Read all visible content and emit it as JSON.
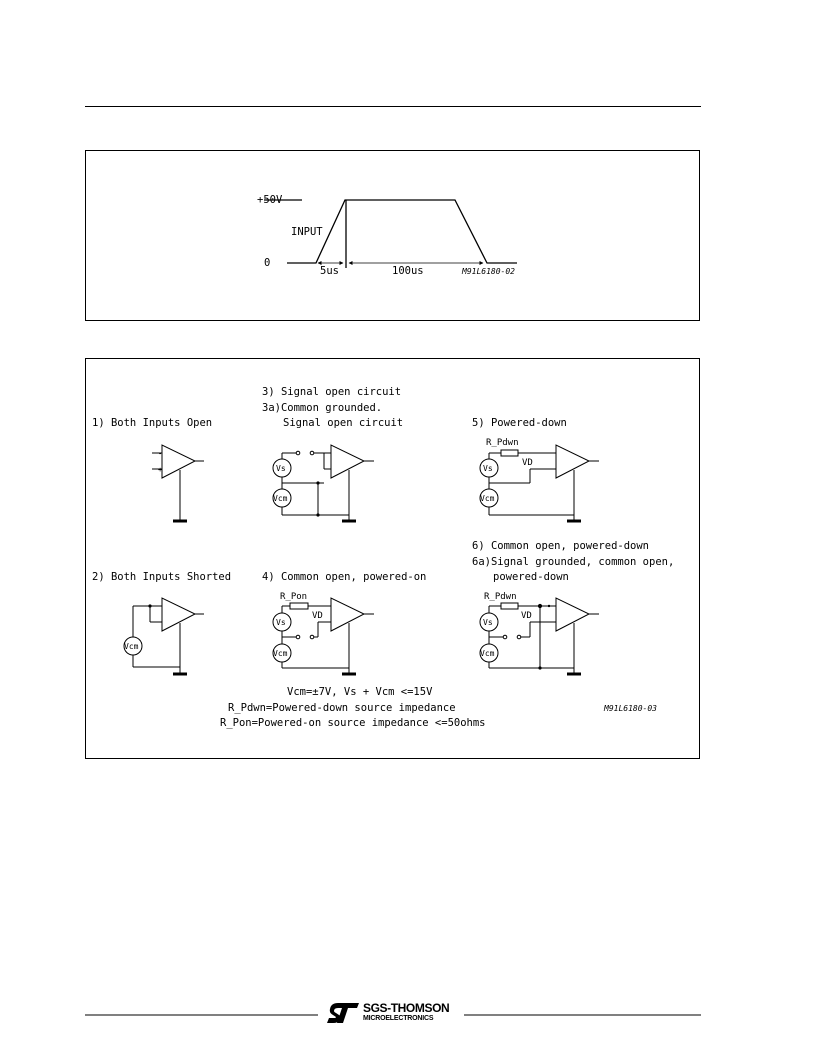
{
  "figure1": {
    "level_high": "+50V",
    "level_low": "0",
    "input_label": "INPUT",
    "rise_time": "5us",
    "pulse_width": "100us",
    "ref": "M91L6180-02"
  },
  "figure2": {
    "case1_title": "1) Both Inputs Open",
    "case2_title": "2) Both Inputs Shorted",
    "case3_title_line1": "3) Signal open circuit",
    "case3_title_line2": "3a)Common grounded.",
    "case3_title_line3": "Signal open circuit",
    "case4_title": "4) Common open, powered-on",
    "case5_title": "5) Powered-down",
    "case6_title_line1": "6) Common open, powered-down",
    "case6_title_line2": "6a)Signal grounded, common open,",
    "case6_title_line3": "powered-down",
    "lbl_vs": "Vs",
    "lbl_vcm": "Vcm",
    "lbl_vd": "VD",
    "lbl_rpdwn": "R_Pdwn",
    "lbl_rpon": "R_Pon",
    "note1": "Vcm=±7V, Vs + Vcm <=15V",
    "note2": "R_Pdwn=Powered-down source impedance",
    "note3": "R_Pon=Powered-on source impedance <=50ohms",
    "ref": "M91L6180-03"
  },
  "footer": {
    "brand_line1": "SGS-THOMSON",
    "brand_line2": "MICROELECTRONICS",
    "logo_icon": "st-logo-icon"
  }
}
